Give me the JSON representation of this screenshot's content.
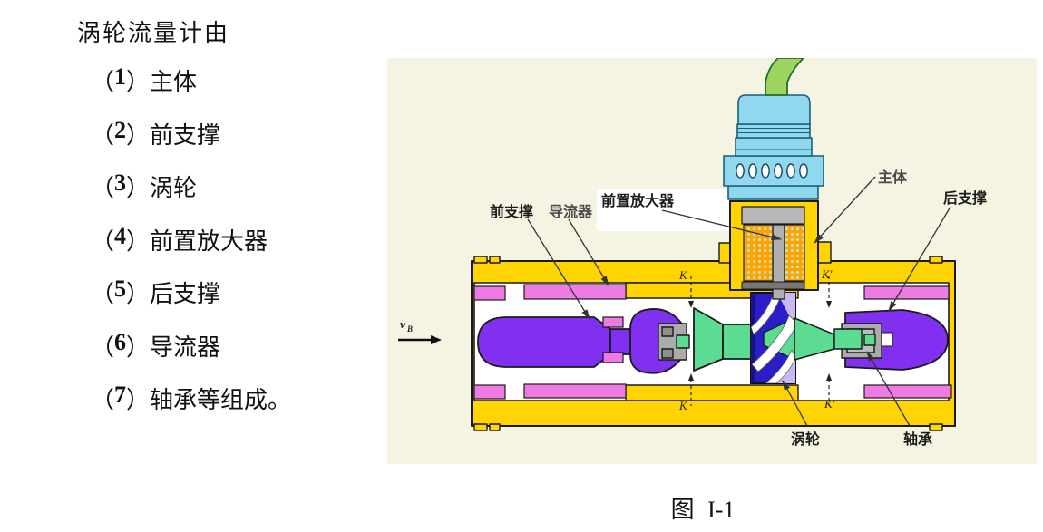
{
  "page": {
    "background": "#ffffff",
    "caption": "图 I-1"
  },
  "intro": {
    "text": "涡轮流量计由"
  },
  "parts": {
    "paren_open": "（",
    "paren_close": "）",
    "items": [
      {
        "num": "1",
        "label": "主体"
      },
      {
        "num": "2",
        "label": "前支撑"
      },
      {
        "num": "3",
        "label": "涡轮"
      },
      {
        "num": "4",
        "label": "前置放大器"
      },
      {
        "num": "5",
        "label": "后支撑"
      },
      {
        "num": "6",
        "label": "导流器"
      },
      {
        "num": "7",
        "label": "轴承等组成。"
      }
    ]
  },
  "diagram": {
    "background": "#f5f4e3",
    "labels": {
      "front_support": "前支撑",
      "flow_guide": "导流器",
      "preamplifier": "前置放大器",
      "main_body": "主体",
      "rear_support": "后支撑",
      "turbine": "涡轮",
      "bearing": "轴承"
    },
    "flow_arrow": {
      "label": "v",
      "subscript": "B"
    },
    "section_markers": {
      "k_top": "K",
      "k_bottom": "K",
      "k_prime_top": "K′",
      "k_prime_bottom": "K′"
    },
    "colors": {
      "casing_yellow": "#ffd400",
      "lining_pink": "#ee7be4",
      "guide_purple": "#8030ee",
      "turbine_blue": "#2b1ec8",
      "blade_lavender": "#c9b6f2",
      "rotor_green": "#5cdc92",
      "cable_green": "#9bd45f",
      "connector_blue": "#8fd8f0",
      "coil_orange": "#ffa300",
      "metal_gray": "#ababab"
    }
  }
}
